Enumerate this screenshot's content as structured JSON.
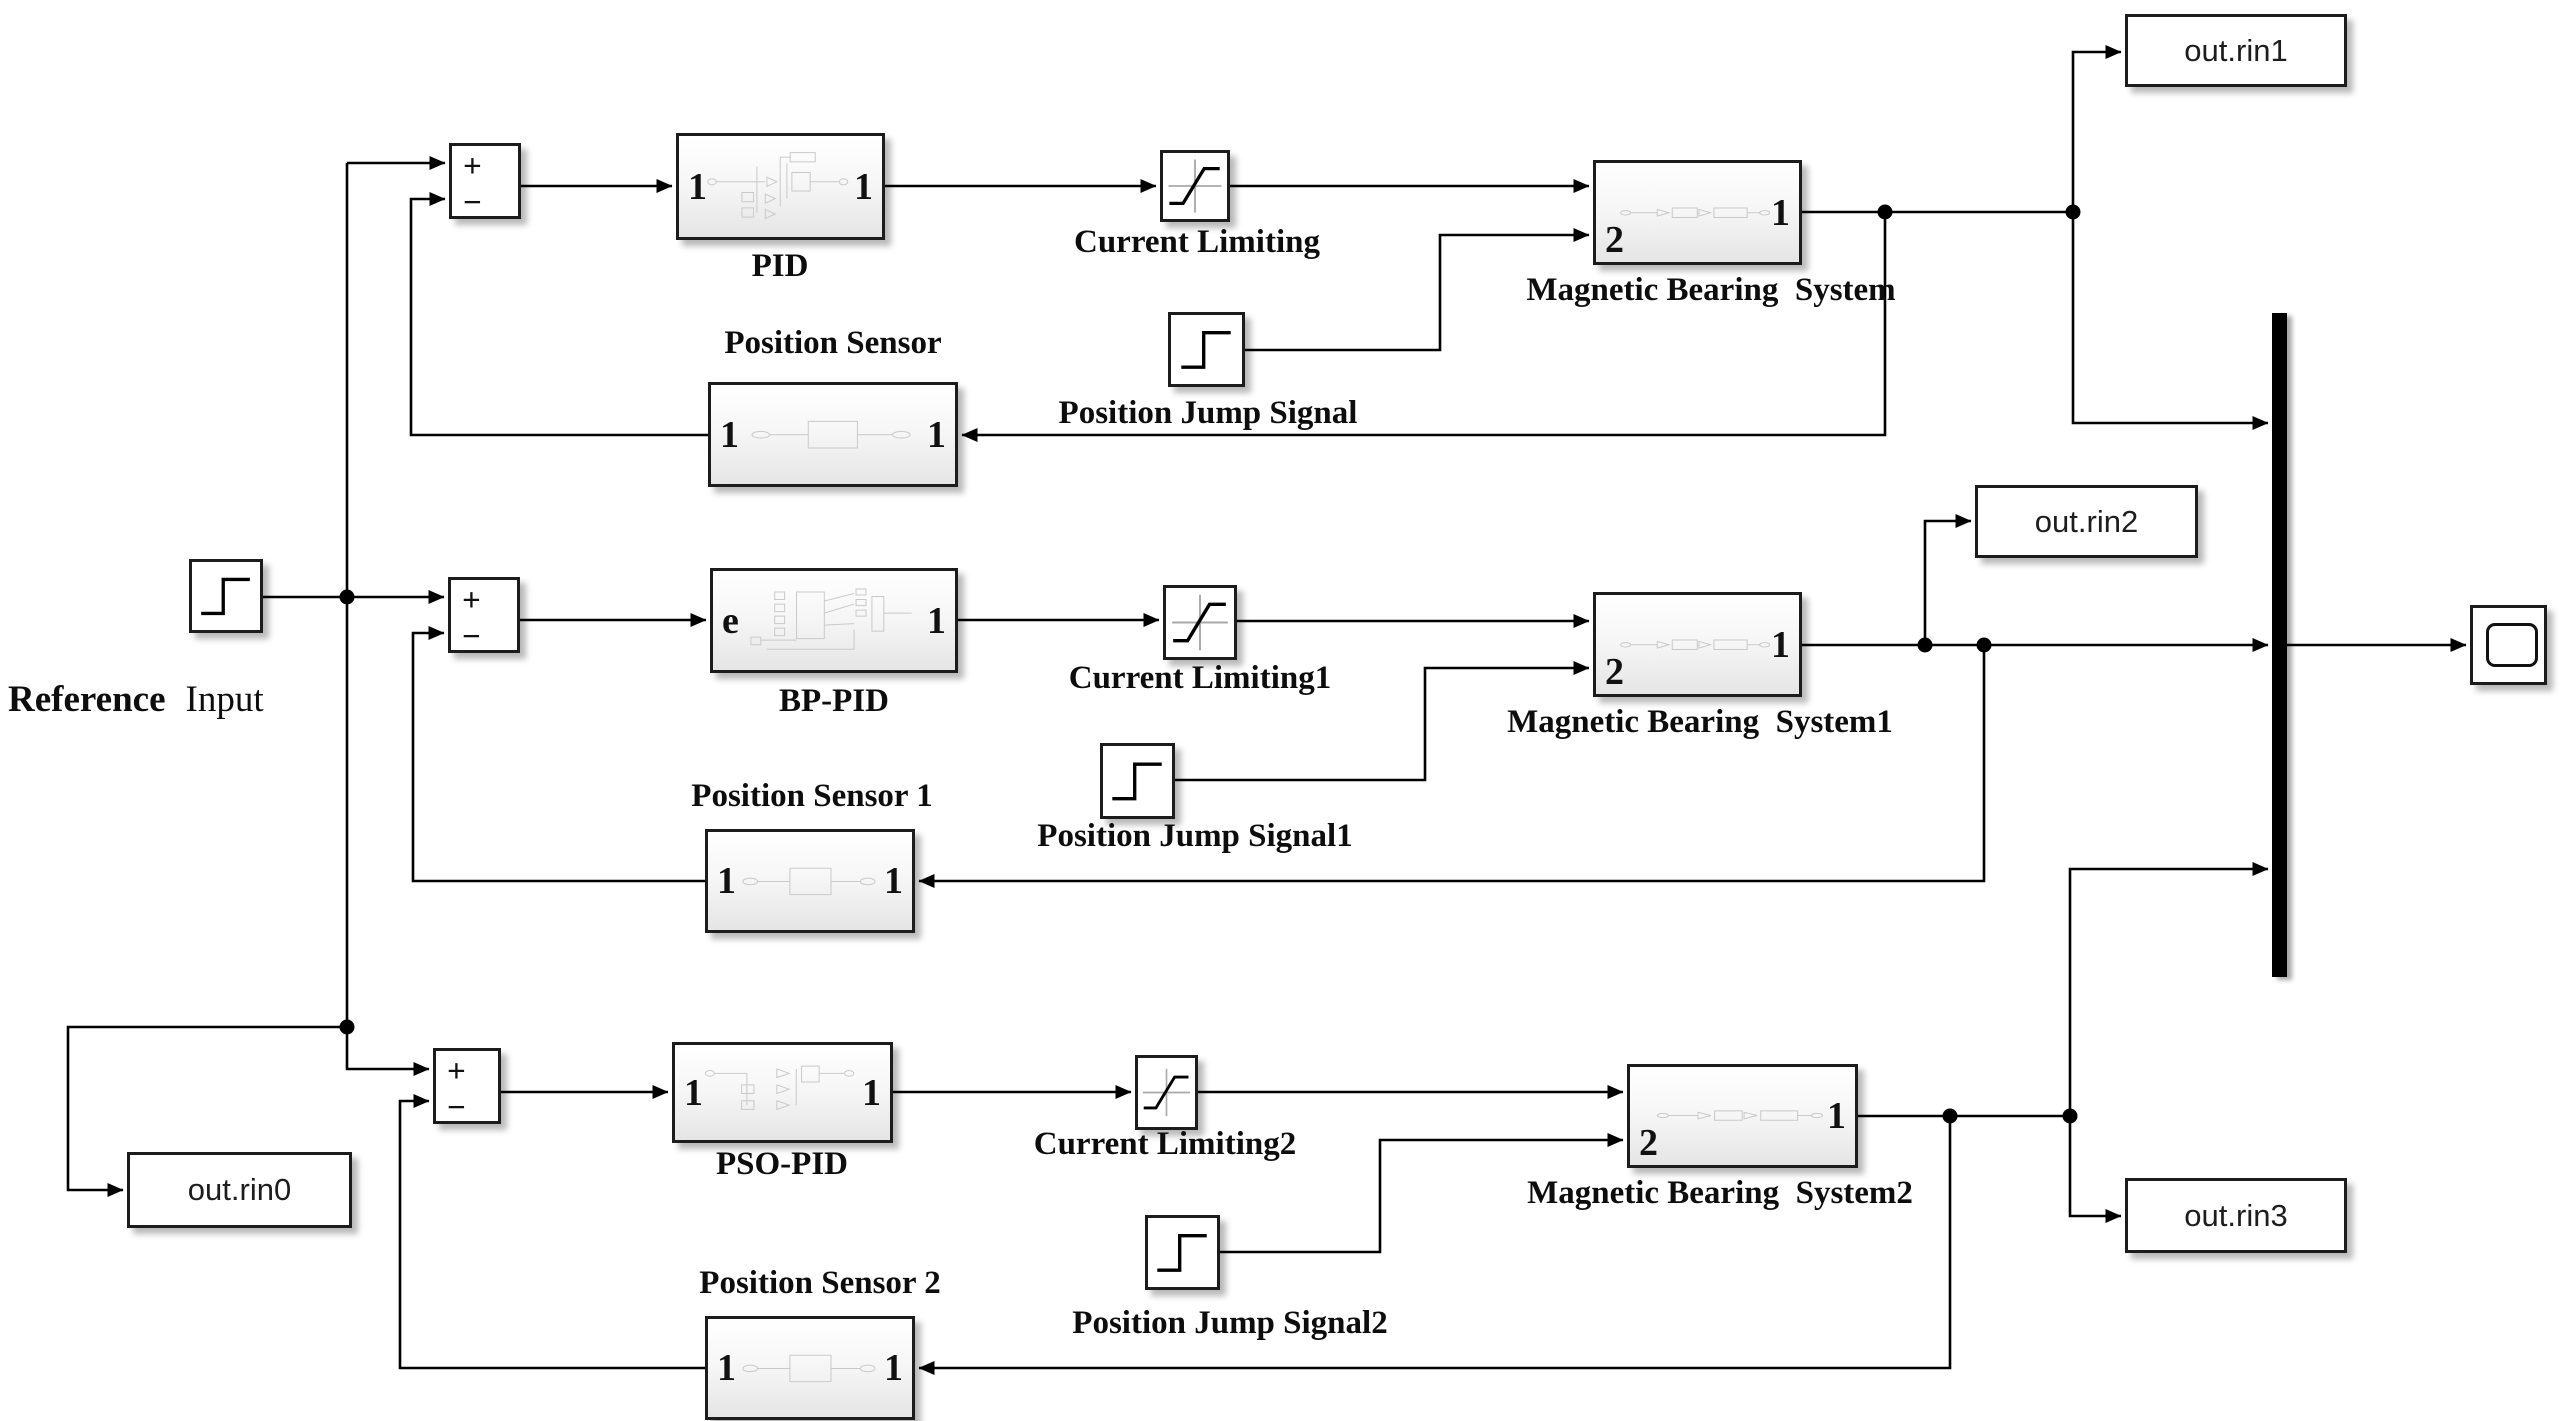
{
  "source": {
    "label_bold": "Reference",
    "label_regular": "Input"
  },
  "sum": {
    "plus": "+",
    "minus": "−"
  },
  "workspace_outputs": {
    "rin0": "out.rin0",
    "rin1": "out.rin1",
    "rin2": "out.rin2",
    "rin3": "out.rin3"
  },
  "rows": [
    {
      "controller": {
        "label": "PID",
        "in_port": "1",
        "out_port": "1"
      },
      "limiter_label": "Current Limiting",
      "jump_label": "Position Jump Signal",
      "plant": {
        "label": "Magnetic Bearing  System",
        "in2_port": "2",
        "out_port": "1"
      },
      "sensor": {
        "label": "Position Sensor",
        "left_port": "1",
        "right_port": "1"
      }
    },
    {
      "controller": {
        "label": "BP-PID",
        "in_port": "e",
        "out_port": "1"
      },
      "limiter_label": "Current Limiting1",
      "jump_label": "Position Jump Signal1",
      "plant": {
        "label": "Magnetic Bearing  System1",
        "in2_port": "2",
        "out_port": "1"
      },
      "sensor": {
        "label": "Position Sensor 1",
        "left_port": "1",
        "right_port": "1"
      }
    },
    {
      "controller": {
        "label": "PSO-PID",
        "in_port": "1",
        "out_port": "1"
      },
      "limiter_label": "Current Limiting2",
      "jump_label": "Position Jump Signal2",
      "plant": {
        "label": "Magnetic Bearing  System2",
        "in2_port": "2",
        "out_port": "1"
      },
      "sensor": {
        "label": "Position Sensor 2",
        "left_port": "1",
        "right_port": "1"
      }
    }
  ],
  "icons": {
    "step": "step-signal-icon",
    "saturation": "saturation-icon",
    "mux": "mux-bar",
    "scope": "scope-display-icon"
  }
}
